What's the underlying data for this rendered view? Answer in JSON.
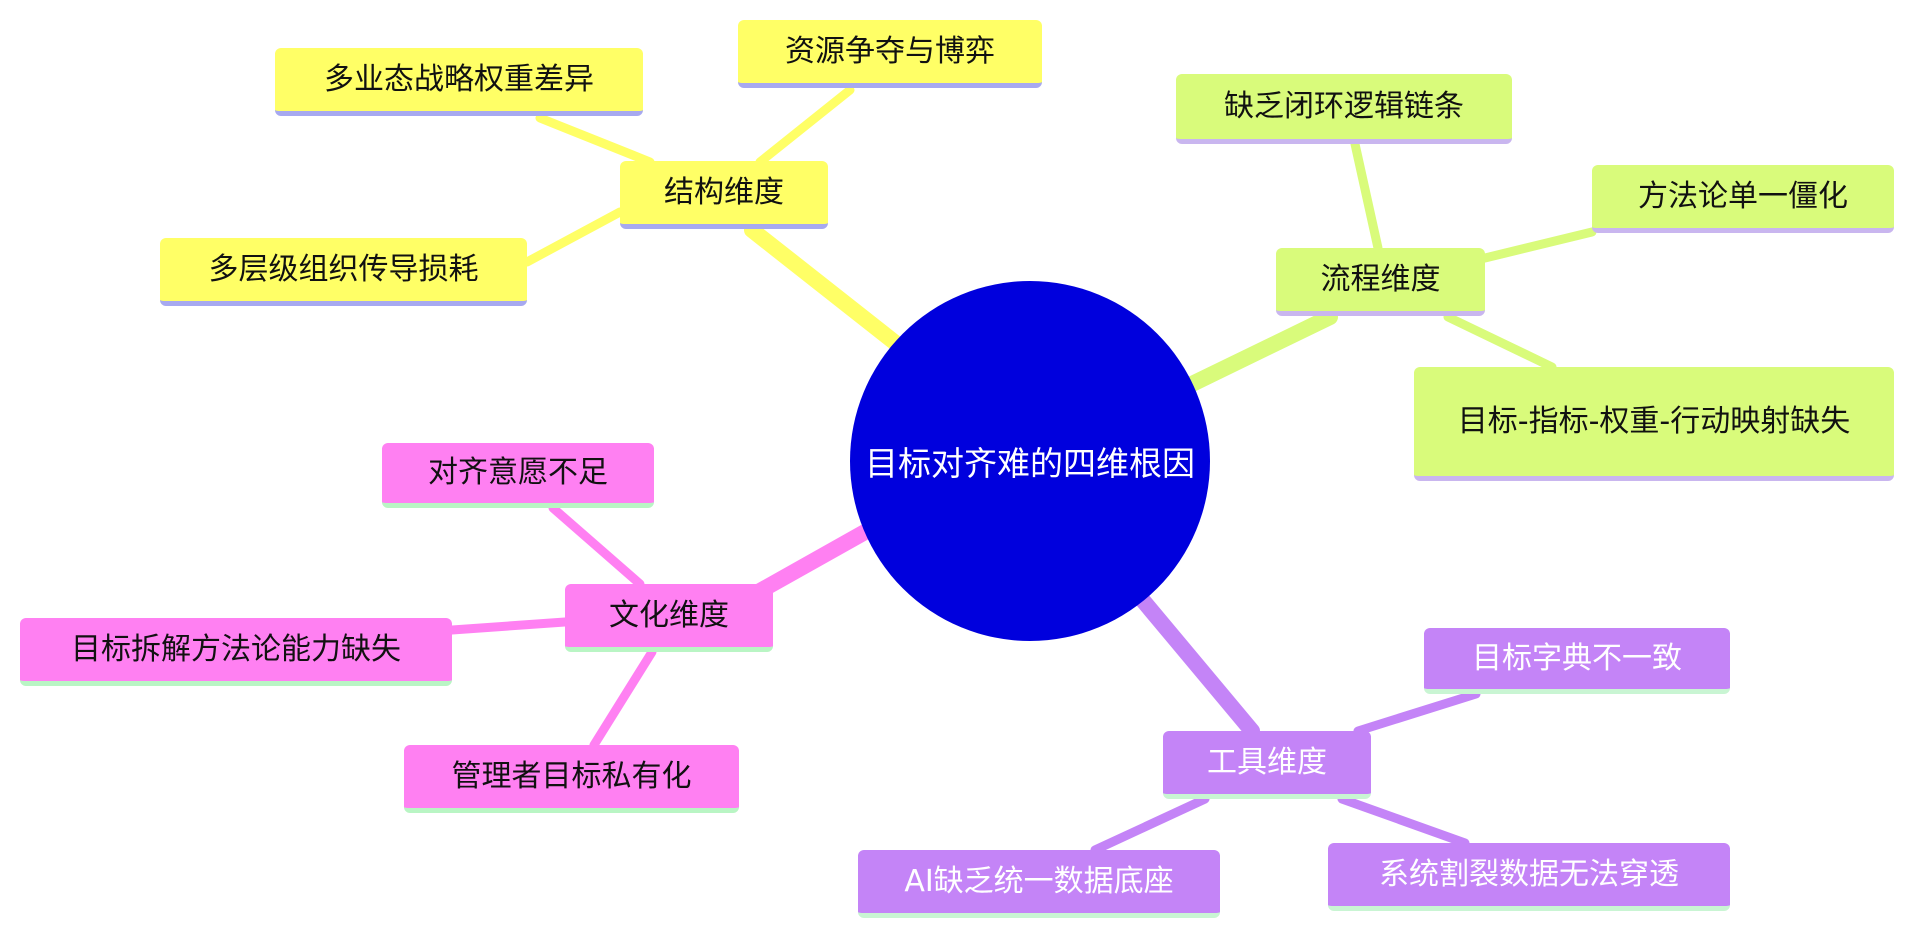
{
  "center": {
    "label": "目标对齐难的四维根因",
    "color": "#0000dd"
  },
  "branches": [
    {
      "id": "structure",
      "label": "结构维度",
      "color": "#ffff66",
      "underline": "#a7a9f0",
      "text": "dark",
      "leaves": [
        "资源争夺与博弈",
        "多业态战略权重差异",
        "多层级组织传导损耗"
      ]
    },
    {
      "id": "process",
      "label": "流程维度",
      "color": "#d9fb7b",
      "underline": "#c9b6ef",
      "text": "dark",
      "leaves": [
        "缺乏闭环逻辑链条",
        "方法论单一僵化",
        "目标-指标-权重-行动映射缺失"
      ]
    },
    {
      "id": "culture",
      "label": "文化维度",
      "color": "#ff80f2",
      "underline": "#b9f5c4",
      "text": "dark",
      "leaves": [
        "对齐意愿不足",
        "目标拆解方法论能力缺失",
        "管理者目标私有化"
      ]
    },
    {
      "id": "tools",
      "label": "工具维度",
      "color": "#c484f7",
      "underline": "#c9f5d3",
      "text": "light",
      "leaves": [
        "目标字典不一致",
        "AI缺乏统一数据底座",
        "系统割裂数据无法穿透"
      ]
    }
  ]
}
